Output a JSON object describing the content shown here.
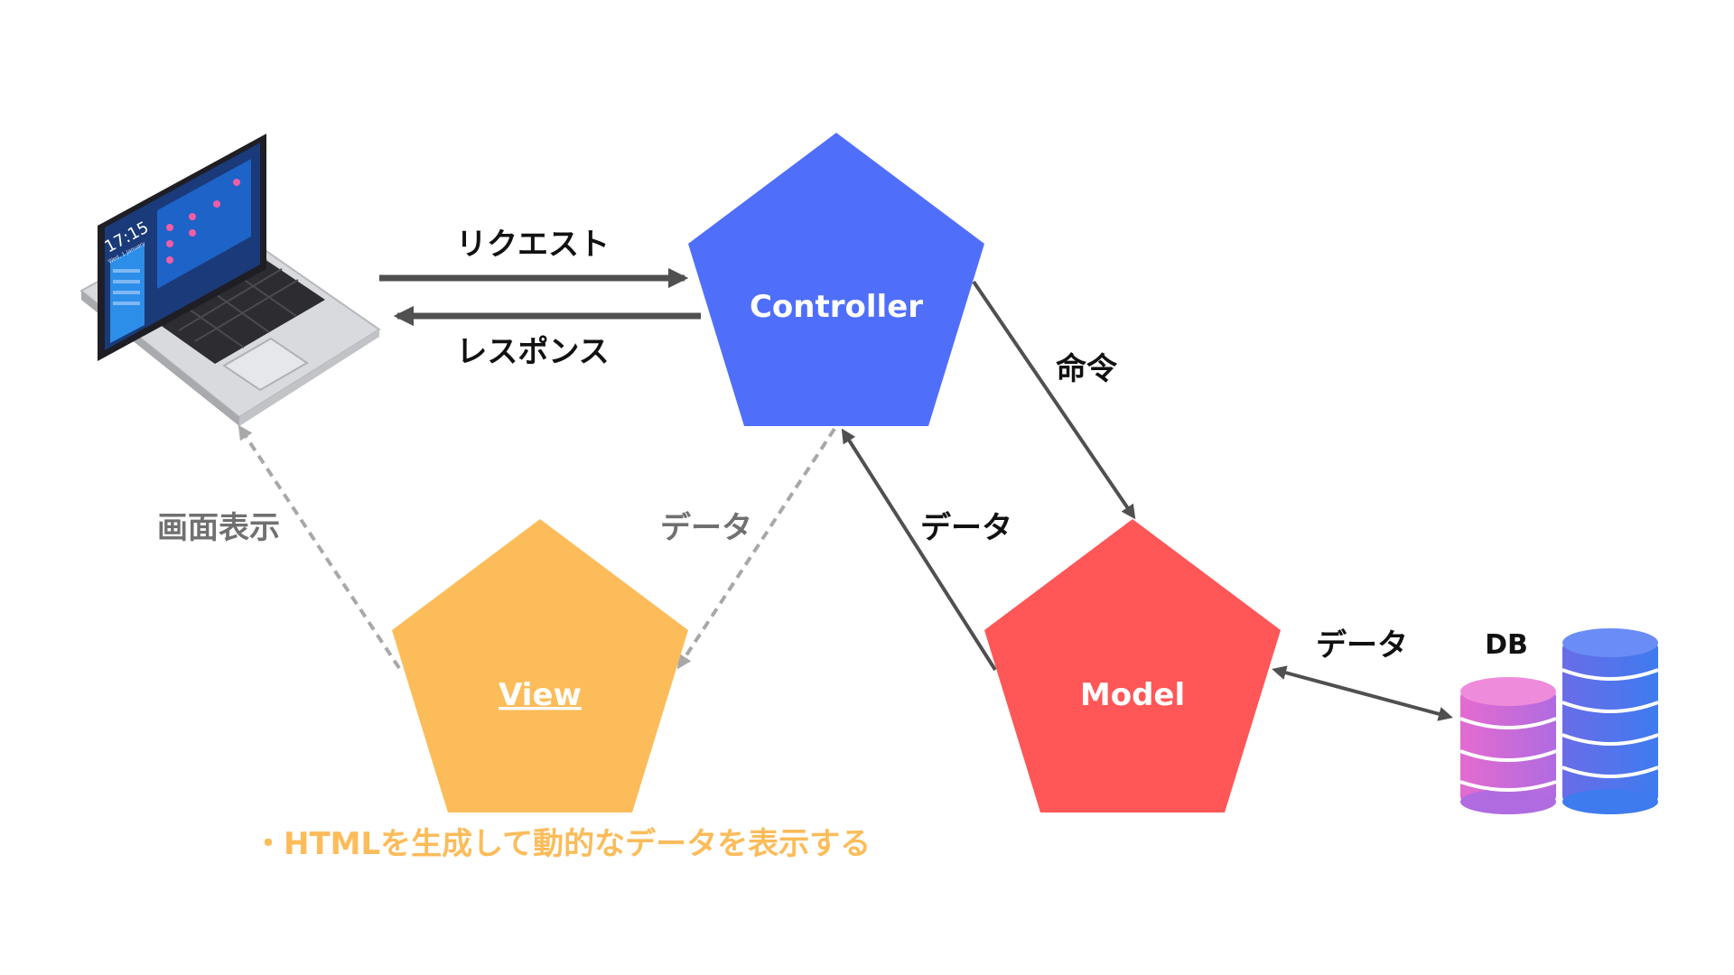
{
  "colors": {
    "controller": "#4F6FFB",
    "view": "#FCBC5A",
    "model": "#FF5657",
    "arrow_dark": "#505050",
    "arrow_gray": "#A8A8A8",
    "label_dark": "#111111",
    "label_gray": "#707070",
    "note": "#FCBC5A"
  },
  "nodes": {
    "controller": {
      "label": "Controller"
    },
    "view": {
      "label": "View"
    },
    "model": {
      "label": "Model"
    },
    "db": {
      "label": "DB"
    }
  },
  "laptop": {
    "clock_time": "17:15",
    "clock_date": "Wed, 1 January"
  },
  "edges": {
    "request": "リクエスト",
    "response": "レスポンス",
    "command": "命令",
    "model_to_controller": "データ",
    "controller_to_view": "データ",
    "view_to_client": "画面表示",
    "model_db": "データ"
  },
  "notes": {
    "view_note": "・HTMLを生成して動的なデータを表示する"
  }
}
